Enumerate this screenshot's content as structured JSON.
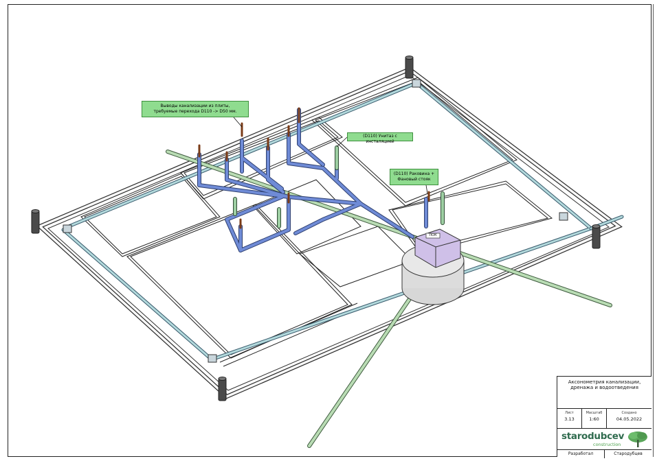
{
  "callouts": {
    "outlets": [
      "Выводы канализации из плиты,",
      "требуемые перехода D110 -> D50 мм."
    ],
    "toilet": "(D110) Унитаз с инсталяцией",
    "sink": [
      "(D110) Раковина +",
      "Фановый стояк"
    ]
  },
  "tank_label": "ЛОК",
  "title_block": {
    "title": [
      "Аксонометрия канализации,",
      "дренажа и водоотведения"
    ],
    "sheet_label": "Лист",
    "sheet_value": "3.13",
    "scale_label": "Масштаб",
    "scale_value": "1:60",
    "created_label": "Создано",
    "created_value": "04.05.2022",
    "logo_name": "starodubcev",
    "logo_sub": "construction",
    "author_label": "Разработал",
    "author_value": "Стародубцев"
  },
  "colors": {
    "sewer_pipe": "#6f8bd6",
    "drain_pipe": "#b3d9dc",
    "outer_pipe": "#b9dcb4",
    "riser_green": "#9ecfa3",
    "tank": "#cfc0e8",
    "tank_base": "#dcdcdc",
    "callout": "#8fdc8f",
    "logo": "#2f6b4e"
  }
}
